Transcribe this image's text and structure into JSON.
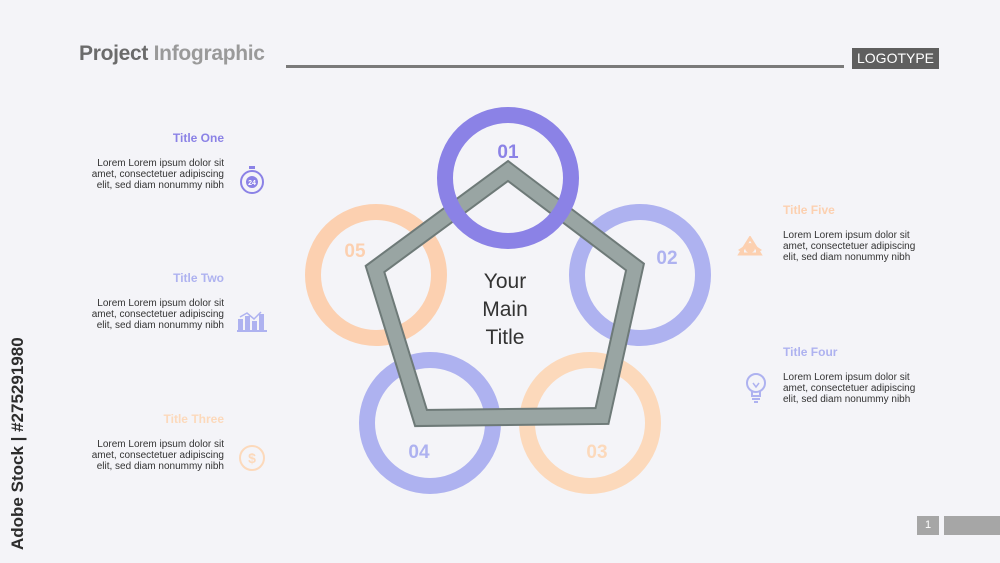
{
  "header": {
    "title_a": "Project",
    "title_b": "Infographic",
    "logotype": "LOGOTYPE"
  },
  "center_title": [
    "Your",
    "Main",
    "Title"
  ],
  "steps": [
    {
      "num": "01",
      "color": "#8b82e6"
    },
    {
      "num": "02",
      "color": "#aeb2f0"
    },
    {
      "num": "03",
      "color": "#fcd9bb"
    },
    {
      "num": "04",
      "color": "#aeb2f0"
    },
    {
      "num": "05",
      "color": "#fcd0b0"
    }
  ],
  "topics": {
    "one": {
      "title": "Title One",
      "text": "Lorem Lorem ipsum dolor sit amet, consectetuer adipiscing elit, sed diam nonummy nibh",
      "color": "#8b82e6",
      "icon": "stopwatch-icon"
    },
    "two": {
      "title": "Title Two",
      "text": "Lorem Lorem ipsum dolor sit amet, consectetuer adipiscing elit, sed diam nonummy nibh",
      "color": "#aeb2f0",
      "icon": "bar-chart-icon"
    },
    "three": {
      "title": "Title Three",
      "text": "Lorem Lorem ipsum dolor sit amet, consectetuer adipiscing elit, sed diam nonummy nibh",
      "color": "#fcd9bb",
      "icon": "dollar-coin-icon"
    },
    "four": {
      "title": "Title Four",
      "text": "Lorem Lorem ipsum dolor sit amet, consectetuer adipiscing elit, sed diam nonummy nibh",
      "color": "#aeb2f0",
      "icon": "lightbulb-icon"
    },
    "five": {
      "title": "Title Five",
      "text": "Lorem Lorem ipsum dolor sit amet, consectetuer adipiscing elit, sed diam nonummy nibh",
      "color": "#fcd0b0",
      "icon": "recycle-icon"
    }
  },
  "pentagon_color": "#99a5a3",
  "watermark": "Adobe Stock | #275291980",
  "page_number": "1"
}
